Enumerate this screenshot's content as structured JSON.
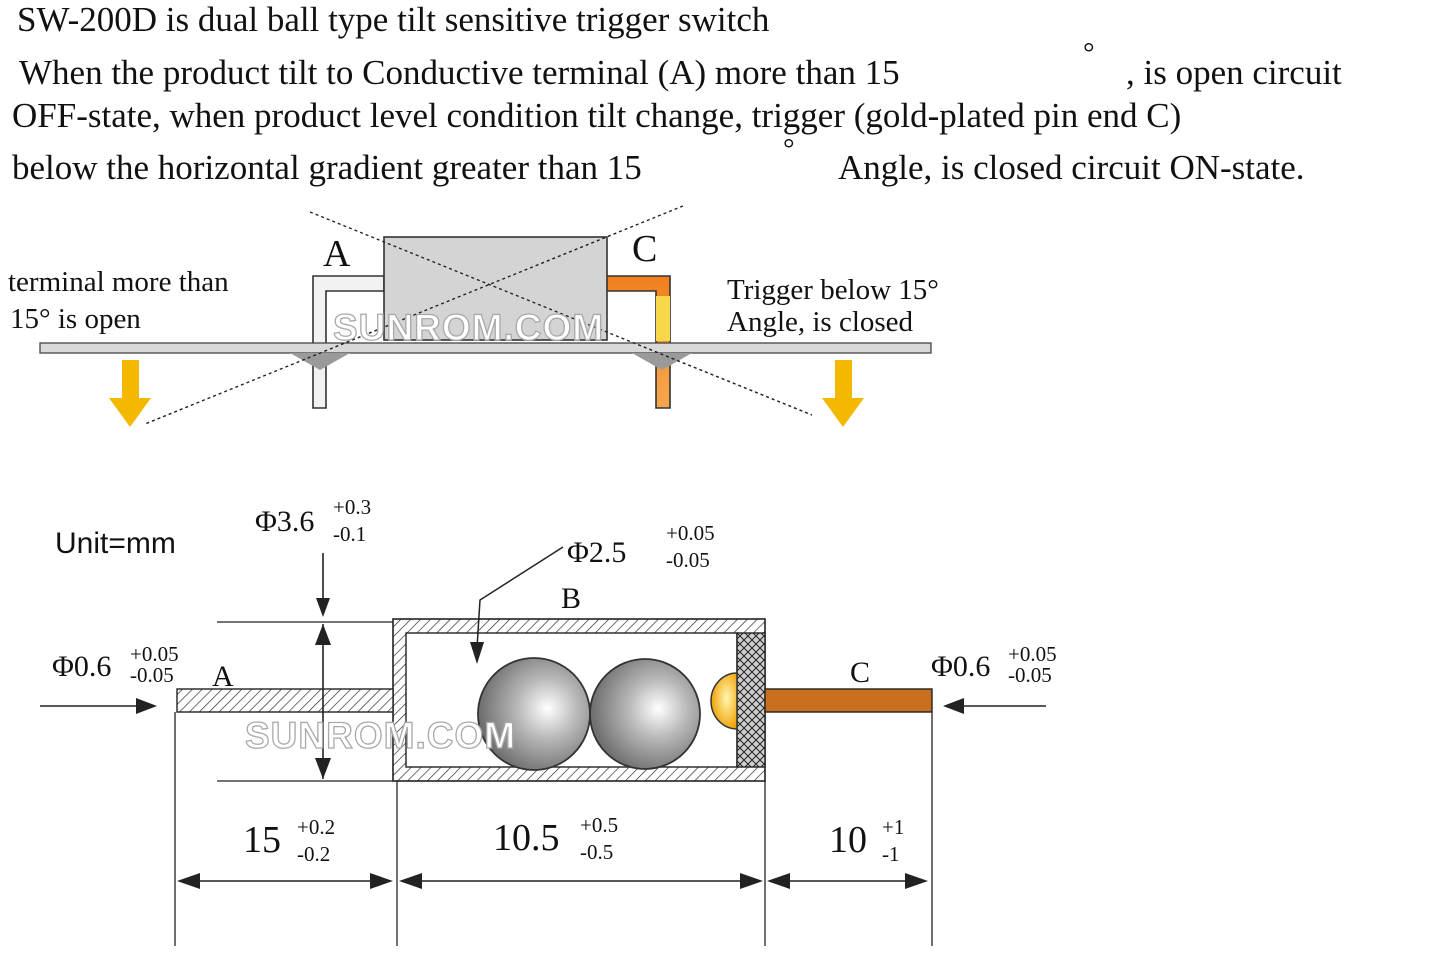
{
  "description": {
    "line1": "SW-200D is dual  ball type tilt sensitive trigger switch",
    "line2a": "When the product tilt to Conductive terminal (A) more than 15",
    "line2b": ", is open circuit",
    "line3": "OFF-state, when product level condition tilt change, trigger (gold-plated pin end C)",
    "line4a": "below the horizontal gradient greater than 15",
    "line4b": "Angle, is closed circuit ON-state.",
    "degree": "°"
  },
  "tilt_diagram": {
    "label_a": "A",
    "label_c": "C",
    "left_note": [
      "terminal  more than",
      "15°  is open"
    ],
    "right_note": [
      "Trigger  below  15°",
      "Angle, is closed"
    ],
    "watermark": "SUNROM.COM"
  },
  "dimension_diagram": {
    "unit": "Unit=mm",
    "label_a": "A",
    "label_b": "B",
    "label_c": "C",
    "watermark": "SUNROM.COM",
    "body_diameter": {
      "value": "Φ3.6",
      "plus": "+0.3",
      "minus": "-0.1"
    },
    "ball_diameter": {
      "value": "Φ2.5",
      "plus": "+0.05",
      "minus": "-0.05"
    },
    "pin_a_diameter": {
      "value": "Φ0.6",
      "plus": "+0.05",
      "minus": "-0.05"
    },
    "pin_c_diameter": {
      "value": "Φ0.6",
      "plus": "+0.05",
      "minus": "-0.05"
    },
    "length_a": {
      "value": "15",
      "plus": "+0.2",
      "minus": "-0.2"
    },
    "length_body": {
      "value": "10.5",
      "plus": "+0.5",
      "minus": "-0.5"
    },
    "length_c": {
      "value": "10",
      "plus": "+1",
      "minus": "-1"
    }
  },
  "colors": {
    "arrow_yellow": "#f5b800",
    "pin_orange": "#f0801e",
    "pin_copper": "#c9701f",
    "case_gray": "#d4d4d4",
    "board_gray": "#d9d9d9"
  }
}
